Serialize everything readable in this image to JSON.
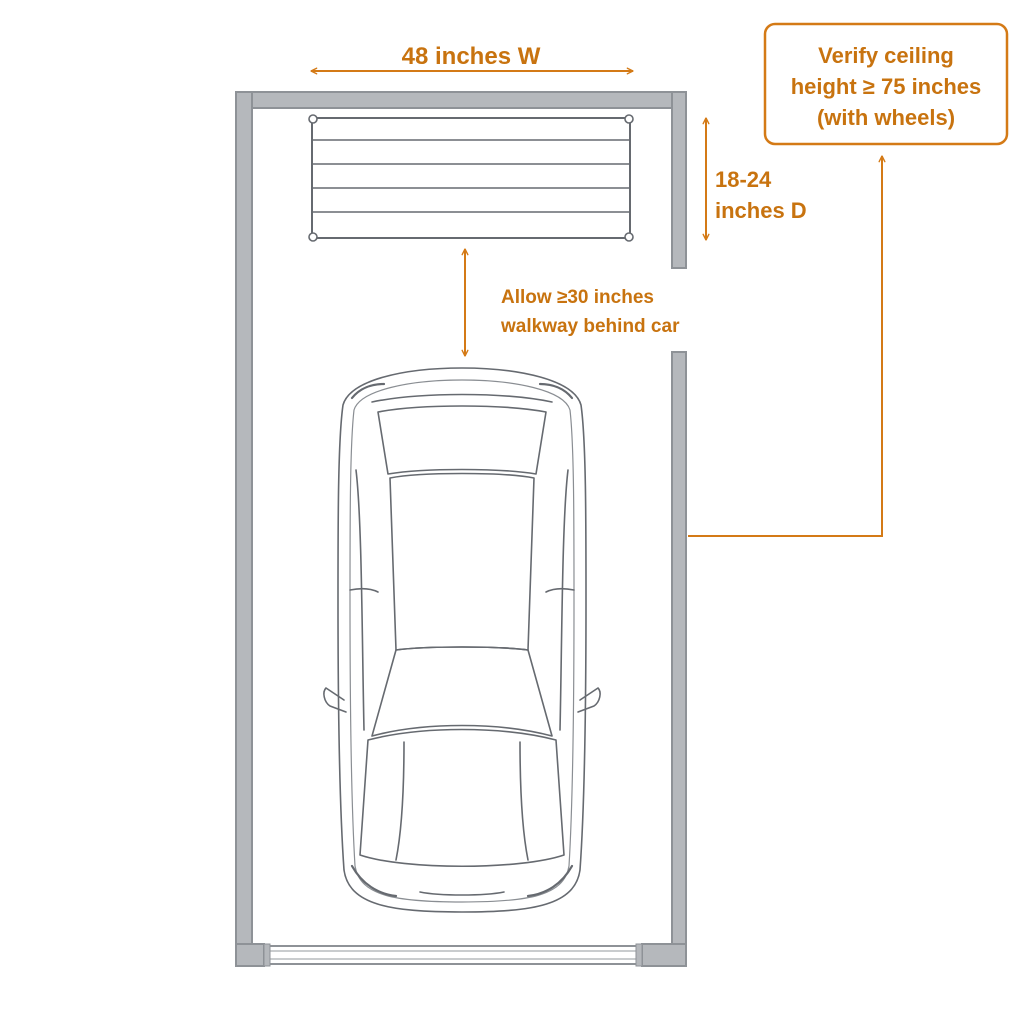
{
  "colors": {
    "accent": "#d47a16",
    "wall": "#8e9297",
    "wall_fill": "#b5b8bc",
    "line": "#666a70",
    "background": "#ffffff"
  },
  "labels": {
    "width": "48  inches W",
    "depth_line1": "18-24",
    "depth_line2": "inches D",
    "walkway_line1": "Allow ≥30 inches",
    "walkway_line2": "walkway behind car",
    "ceiling_line1": "Verify ceiling",
    "ceiling_line2": "height ≥ 75 inches",
    "ceiling_line3": "(with wheels)"
  }
}
